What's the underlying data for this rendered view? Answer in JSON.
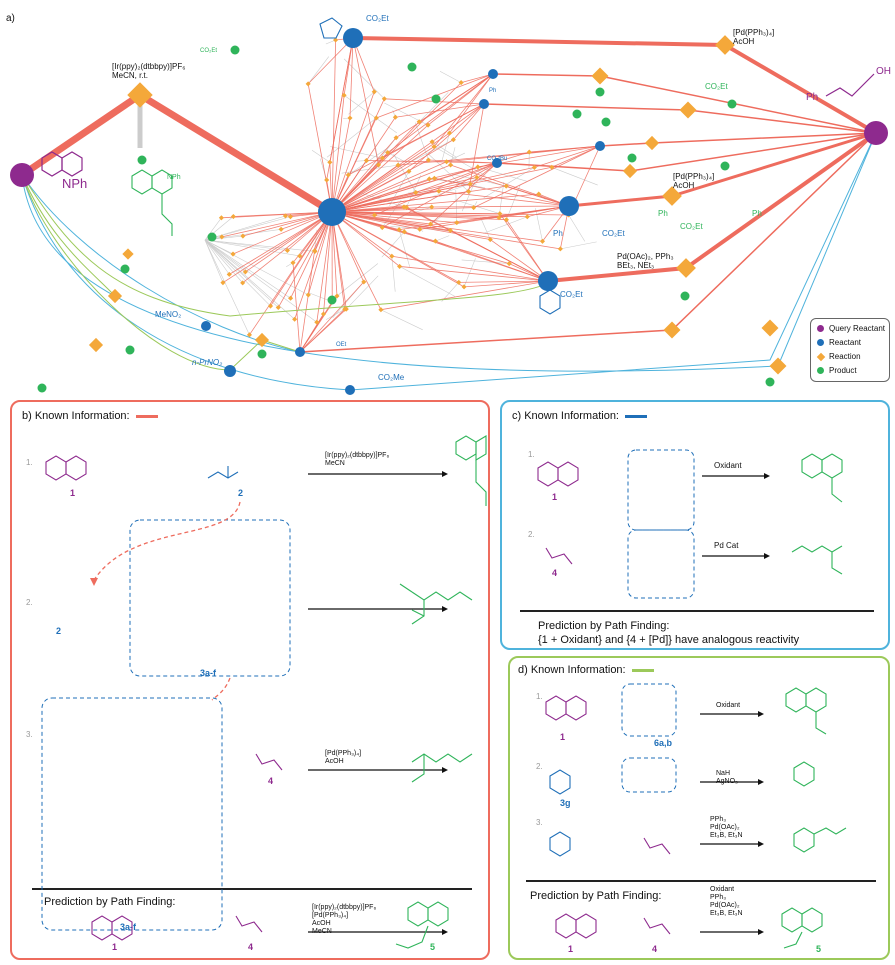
{
  "network": {
    "panel_label": "a)",
    "query_reactant_label": "NPh",
    "allylic_alcohol_labels": [
      "OH",
      "Ph"
    ],
    "conditions": {
      "ir": [
        "[Ir(ppy)₂(dtbbpy)]PF₆",
        "MeCN, r.t."
      ],
      "pd_top": [
        "[Pd(PPh₃)₄]",
        "AcOH"
      ],
      "pd_mid": [
        "[Pd(PPh₃)₄]",
        "AcOH"
      ],
      "pd_low": [
        "Pd(OAc)₂, PPh₃",
        "BEt₃, NEt₃"
      ]
    },
    "mol_labels": {
      "co2et": "CO₂Et",
      "co2tbu": "CO₂tBu",
      "oet": "OEt",
      "co2me": "CO₂Me",
      "meno2": "MeNO₂",
      "prno2": "n-PrNO₂",
      "ph": "Ph",
      "nph": "NPh"
    }
  },
  "legend": {
    "items": [
      {
        "label": "Query Reactant",
        "color": "#8e2a8e",
        "shape": "dot"
      },
      {
        "label": "Reactant",
        "color": "#1f6fb8",
        "shape": "dot"
      },
      {
        "label": "Reaction",
        "color": "#f4a83a",
        "shape": "diamond"
      },
      {
        "label": "Product",
        "color": "#2fb45a",
        "shape": "dot"
      }
    ]
  },
  "colors": {
    "red": "#ee6c5e",
    "blue": "#4fb3dc",
    "green": "#9cc95a",
    "purple": "#8e2a8e",
    "reactant": "#1f6fb8",
    "reaction": "#f4a83a",
    "product": "#2fb45a",
    "gray": "#cccccc"
  },
  "panel_b": {
    "title": "b) Known Information:",
    "steps": [
      "1.",
      "2.",
      "3."
    ],
    "compounds": {
      "c1": "1",
      "c2a": "2",
      "c2b": "2",
      "c3": "3a-f",
      "c3b": "3a-f",
      "c4": "4",
      "c5": "5",
      "c1p": "1",
      "c4p": "4"
    },
    "reagents": {
      "step1": [
        "[Ir(ppy)₂(dtbbpy)]PF₆",
        "MeCN"
      ],
      "step3": [
        "[Pd(PPh₃)₄]",
        "AcOH"
      ],
      "prediction": [
        "[Ir(ppy)₂(dtbbpy)]PF₆",
        "[Pd(PPh₃)₄]",
        "AcOH",
        "MeCN"
      ]
    },
    "prediction_title": "Prediction by Path Finding:"
  },
  "panel_c": {
    "title": "c) Known Information:",
    "steps": [
      "1.",
      "2."
    ],
    "compounds": {
      "c1": "1",
      "c4": "4"
    },
    "reagents": {
      "step1": "Oxidant",
      "step2": "Pd Cat"
    },
    "prediction_title": "Prediction by Path Finding:",
    "prediction_text": "{1 + Oxidant} and {4 + [Pd]} have analogous reactivity"
  },
  "panel_d": {
    "title": "d) Known Information:",
    "steps": [
      "1.",
      "2.",
      "3."
    ],
    "compounds": {
      "c1": "1",
      "c6": "6a,b",
      "c3g": "3g",
      "c1p": "1",
      "c4p": "4",
      "c5": "5"
    },
    "reagents": {
      "step1": [
        "Oxidant"
      ],
      "step2": [
        "NaH",
        "AgNO₃"
      ],
      "step3": [
        "PPh₃",
        "Pd(OAc)₂",
        "Et₃B, Et₃N"
      ],
      "prediction": [
        "Oxidant",
        "PPh₃",
        "Pd(OAc)₂",
        "Et₃B, Et₃N"
      ]
    },
    "prediction_title": "Prediction by Path Finding:"
  }
}
